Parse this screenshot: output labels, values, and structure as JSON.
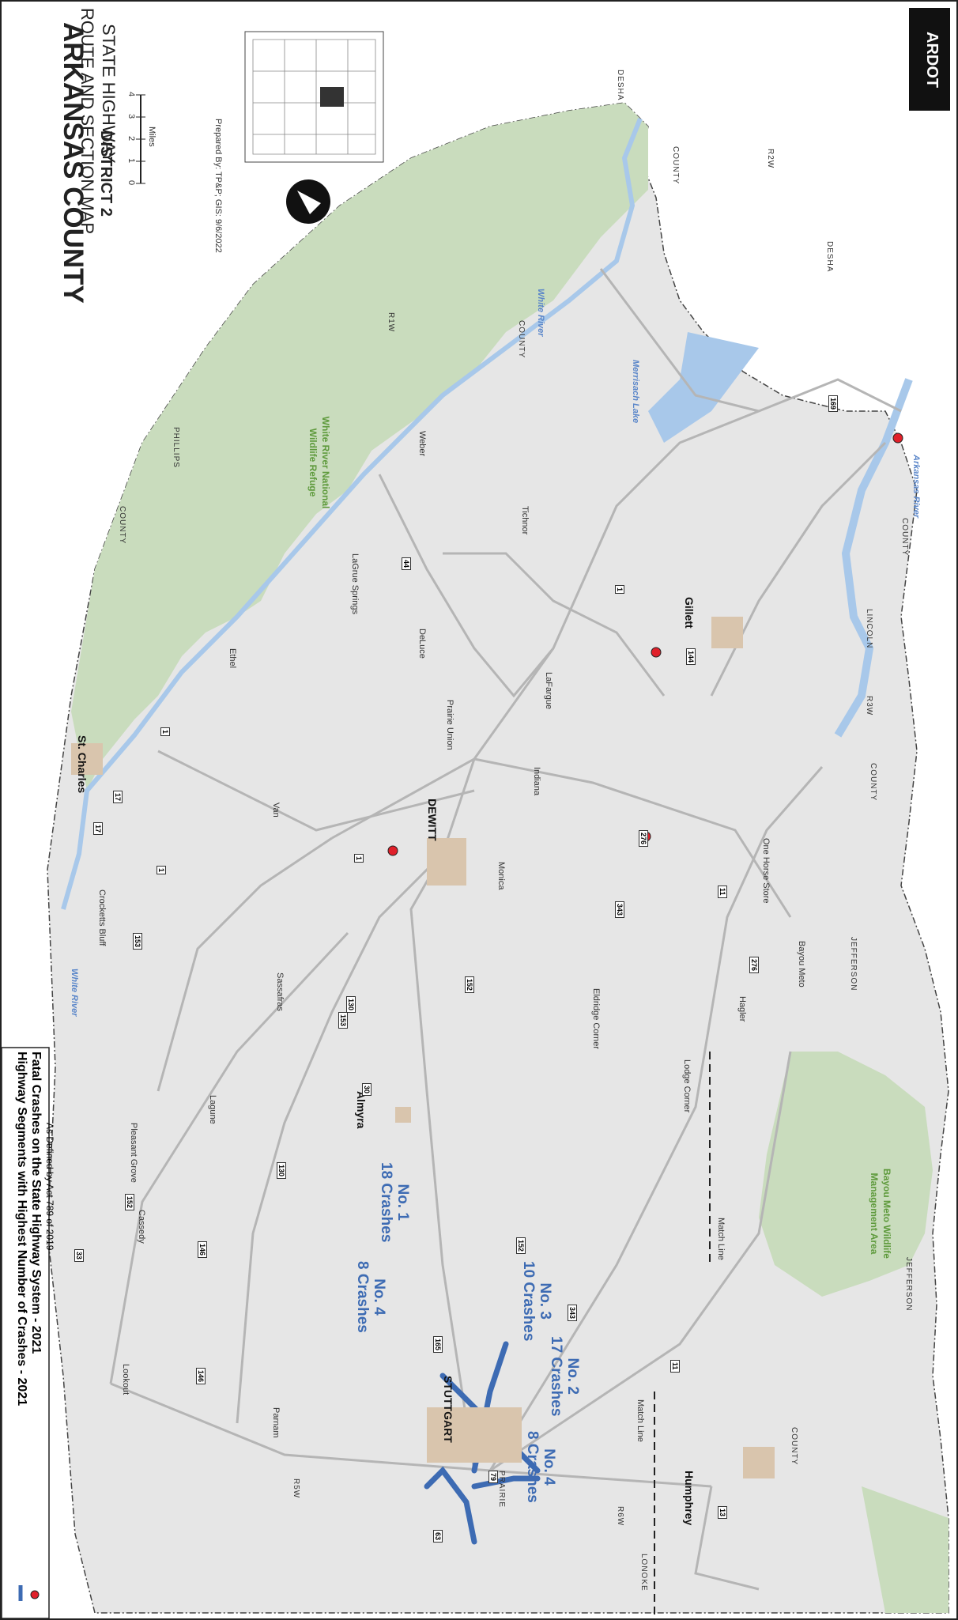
{
  "title": {
    "line1": "STATE HIGHWAY",
    "line2": "ROUTE AND SECTION MAP",
    "county": "ARKANSAS COUNTY",
    "district": "DISTRICT 2",
    "prepared": "Prepared By: TP&P; GIS: 9/6/2022"
  },
  "logo": {
    "text": "ARDOT"
  },
  "scale": {
    "ticks": [
      "0",
      "1",
      "2",
      "3",
      "4"
    ],
    "unit": "Miles"
  },
  "legend": {
    "item1": "Highway Segments with Highest Number of Crashes - 2021",
    "item2": "Fatal Crashes on the State Highway System - 2021",
    "note": "As Defined by Act 789 of 2019",
    "colors": {
      "segment": "#3d6bb3",
      "fatal": "#e0202a"
    }
  },
  "callouts": {
    "n1": {
      "rank": "No. 1",
      "crashes": "18 Crashes"
    },
    "n2": {
      "rank": "No. 2",
      "crashes": "17 Crashes"
    },
    "n3": {
      "rank": "No. 3",
      "crashes": "10 Crashes"
    },
    "n4a": {
      "rank": "No. 4",
      "crashes": "8 Crashes"
    },
    "n4b": {
      "rank": "No. 4",
      "crashes": "8 Crashes"
    }
  },
  "towns": {
    "stuttgart": "STUTTGART",
    "dewitt": "DEWITT",
    "almyra": "Almyra",
    "stcharles": "St. Charles",
    "gillett": "Gillett",
    "humphrey": "Humphrey"
  },
  "places": {
    "weber": "Weber",
    "tichnor": "Tichnor",
    "lagrue": "LaGrue Springs",
    "deluce": "DeLuce",
    "prairieunion": "Prairie Union",
    "lafargue": "LaFargue",
    "indiana": "Indiana",
    "ethel": "Ethel",
    "van": "Van",
    "crockettsbluff": "Crocketts Bluff",
    "monica": "Monica",
    "onehorse": "One Horse Store",
    "bayoumeto": "Bayou Meto",
    "hagler": "Hagler",
    "eldridge": "Eldridge Corner",
    "lodge": "Lodge Corner",
    "sassafras": "Sassafras",
    "lagune": "Lagune",
    "pleasant": "Pleasant Grove",
    "cassedy": "Cassedy",
    "lookout": "Lookout",
    "parnam": "Parnam"
  },
  "counties": {
    "phillips": "PHILLIPS",
    "desha1": "DESHA",
    "desha2": "DESHA",
    "lincoln": "LINCOLN",
    "jefferson1": "JEFFERSON",
    "jefferson2": "JEFFERSON",
    "prairie": "PRAIRIE",
    "lonoke": "LONOKE",
    "county_a": "COUNTY",
    "county_b": "COUNTY",
    "county_c": "COUNTY",
    "county_d": "COUNTY",
    "county_e": "COUNTY",
    "county_f": "COUNTY",
    "r1w": "R1W",
    "r2w": "R2W",
    "r3w": "R3W",
    "r5w": "R5W",
    "r6w": "R6W"
  },
  "water": {
    "white1": "White River",
    "white2": "White River",
    "arkansas": "Arkansas River",
    "merrisach": "Merrisach Lake"
  },
  "refuges": {
    "wnwr": "White River National Wildlife Refuge",
    "bayoumeto": "Bayou Meto Wildlife Management Area"
  },
  "matchline": {
    "a": "Match Line",
    "b": "Match Line"
  },
  "shields": [
    "165",
    "130",
    "153",
    "17",
    "1",
    "1",
    "44",
    "276",
    "343",
    "11",
    "152",
    "146",
    "33",
    "63",
    "79",
    "11",
    "13",
    "152",
    "30",
    "17",
    "144",
    "169",
    "153",
    "1",
    "1",
    "130",
    "152",
    "343",
    "276",
    "146"
  ]
}
